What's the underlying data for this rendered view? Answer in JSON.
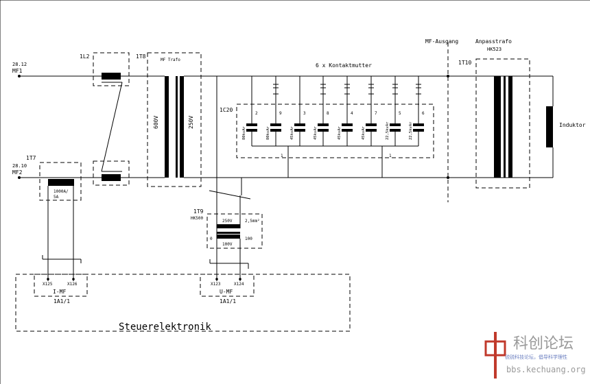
{
  "labels": {
    "mf1_num": "28.12",
    "mf1": "MF1",
    "mf2_num": "28.10",
    "mf2": "MF2",
    "l2": "1L2",
    "t8": "1T8",
    "mf_trafo": "MF Trafo",
    "v600": "600V",
    "v250": "250V",
    "kontaktmutter": "6 x Kontaktmutter",
    "mf_ausgang": "MF-Ausgang",
    "anpasstrafo": "Anpasstrafo",
    "hk523": "HK523",
    "t10": "1T10",
    "induktor": "Induktor",
    "c20": "1C20",
    "t7": "1T7",
    "t7_ratio": "1000A/",
    "t7_ratio2": "5A",
    "t9": "1T9",
    "hk500": "HK500",
    "t9_250v": "250V",
    "t9_25mm": "2,5mm²",
    "t9_0": "0",
    "t9_100v": "100V",
    "t9_100": "100",
    "x125": "X125",
    "x126": "X126",
    "i_mf": "I-MF",
    "ia1_1": "1A1/1",
    "x123": "X123",
    "x124": "X124",
    "u_mf": "U-MF",
    "ia1_2": "1A1/1",
    "steuer": "Steuerelektronik",
    "bus1": "1",
    "bus2": "1",
    "watermark_cn": "科创论坛",
    "watermark_sub": "锐锐科技论坛，倡导科学理性",
    "watermark_url": "bbs.kechuang.org"
  },
  "capacitors": [
    {
      "num": "2",
      "value": "80kvAr"
    },
    {
      "num": "9",
      "value": "80kvAr"
    },
    {
      "num": "3",
      "value": "45kvAr"
    },
    {
      "num": "8",
      "value": "45kvAr"
    },
    {
      "num": "4",
      "value": "45kvAr"
    },
    {
      "num": "7",
      "value": "45kvAr"
    },
    {
      "num": "5",
      "value": "22,5kvAr"
    },
    {
      "num": "6",
      "value": "22,5kvAr"
    }
  ],
  "colors": {
    "ink": "#000000",
    "watermark_red": "#c0392b",
    "watermark_grey": "#9a9a9a"
  }
}
